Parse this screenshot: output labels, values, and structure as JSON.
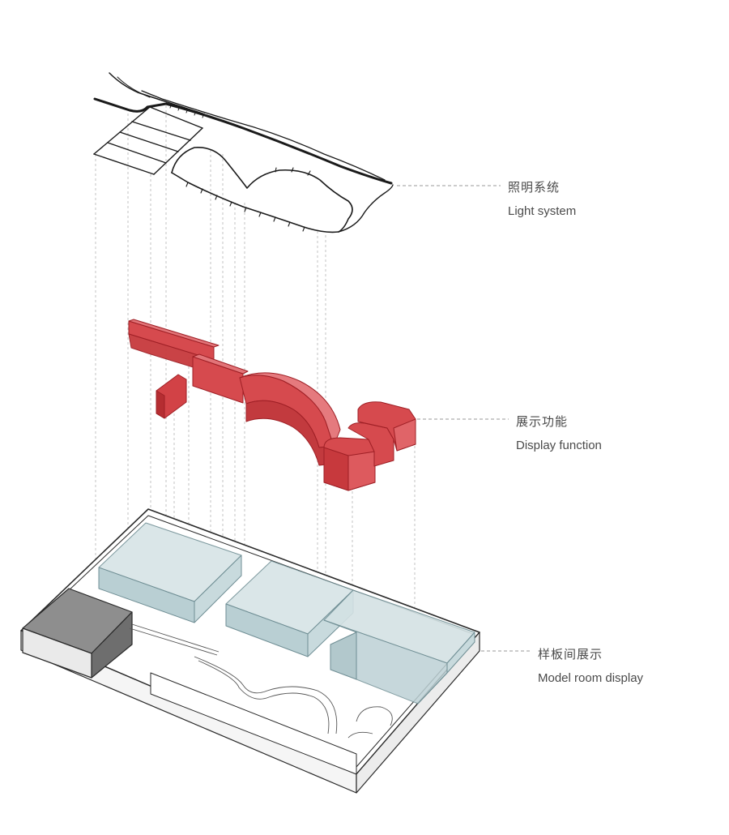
{
  "layers": [
    {
      "id": "light",
      "title_zh": "照明系统",
      "title_en": "Light system",
      "color": "#111111"
    },
    {
      "id": "display",
      "title_zh": "展示功能",
      "title_en": "Display function",
      "color": "#d64a4e"
    },
    {
      "id": "model",
      "title_zh": "样板间展示",
      "title_en": "Model room display",
      "color": "#b9cfd4"
    }
  ],
  "colors": {
    "background": "#ffffff",
    "leader_line": "#9a9a9a",
    "projection_line": "#b0b0b0",
    "display_red": "#d64a4e",
    "display_red_stroke": "#9e1f25",
    "glass_fill": "#c5d7da",
    "glass_stroke": "#6f8e94",
    "floor_grey": "#9a9a9a",
    "outline": "#2a2a2a"
  }
}
